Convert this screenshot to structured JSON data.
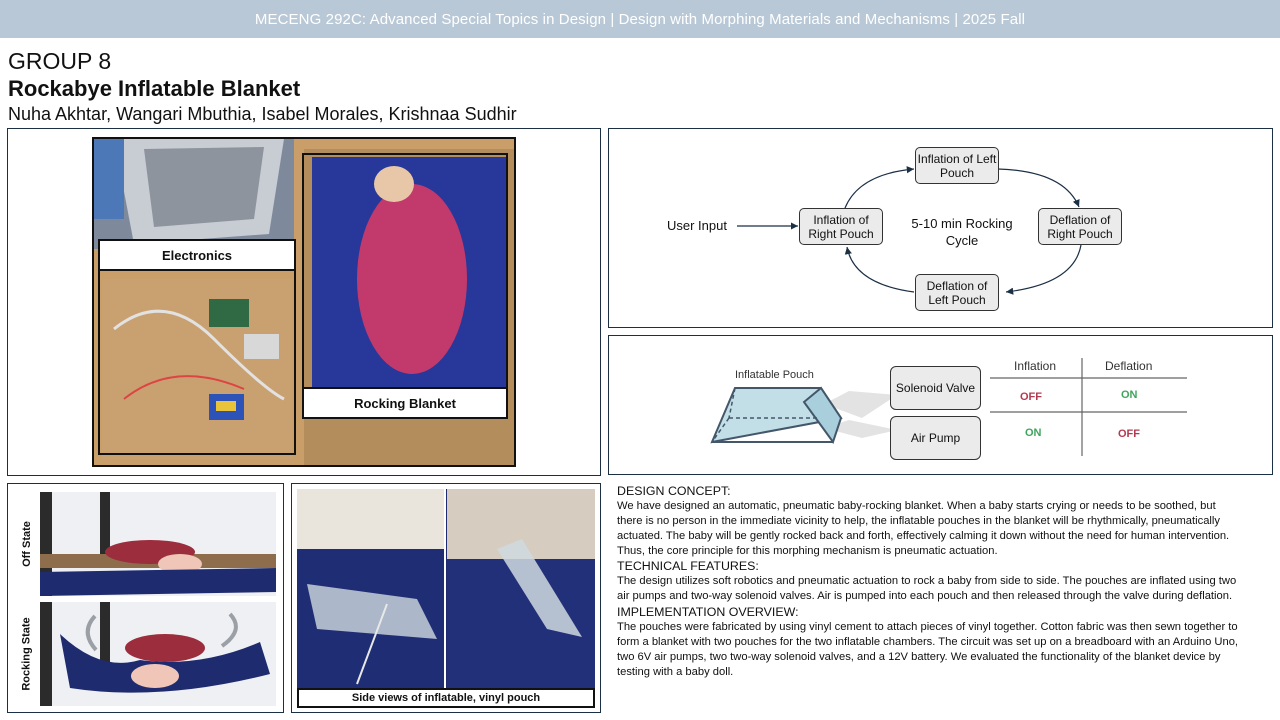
{
  "banner": {
    "text": "MECENG 292C: Advanced Special Topics in Design  |   Design with Morphing Materials and Mechanisms  |  2025 Fall"
  },
  "header": {
    "group": "GROUP 8",
    "title": "Rockabye Inflatable Blanket",
    "authors": "Nuha Akhtar, Wangari Mbuthia, Isabel Morales, Krishnaa Sudhir"
  },
  "photo_panel": {
    "electronics_label": "Electronics",
    "blanket_label": "Rocking Blanket"
  },
  "flowchart": {
    "user_input": "User Input",
    "center": "5-10 min Rocking Cycle",
    "nodes": {
      "top": "Inflation of Left Pouch",
      "right": "Deflation of Right Pouch",
      "bottom": "Deflation of Left Pouch",
      "left": "Inflation of Right Pouch"
    }
  },
  "components": {
    "pouch_label": "Inflatable Pouch",
    "valve": "Solenoid Valve",
    "pump": "Air Pump",
    "col_inflation": "Inflation",
    "col_deflation": "Deflation",
    "valve_inflation": "OFF",
    "valve_deflation": "ON",
    "pump_inflation": "ON",
    "pump_deflation": "OFF",
    "colors": {
      "on": "#3fa55d",
      "off": "#b23a50"
    }
  },
  "states": {
    "off_label": "Off State",
    "rocking_label": "Rocking State"
  },
  "side_views": {
    "caption": "Side views of inflatable, vinyl pouch"
  },
  "text": {
    "concept_heading": "DESIGN CONCEPT:",
    "concept_body": "We have designed an automatic, pneumatic baby-rocking blanket. When a baby starts crying or needs to be soothed, but there is no person in the immediate vicinity to help, the inflatable pouches in the blanket will be rhythmically, pneumatically actuated. The baby will be gently rocked back and forth, effectively calming it down without the need for human intervention. Thus, the core principle for this morphing mechanism is pneumatic actuation.",
    "technical_heading": "TECHNICAL FEATURES:",
    "technical_body": "The design utilizes soft robotics and pneumatic actuation to rock a baby from side to side. The pouches are inflated using two air pumps and two-way solenoid valves. Air is pumped into each pouch and then released through the valve during deflation.",
    "implementation_heading": "IMPLEMENTATION OVERVIEW:",
    "implementation_body": "The pouches were fabricated by using vinyl cement to attach pieces of vinyl together. Cotton fabric was then sewn together to form a blanket with two pouches for the two inflatable chambers. The circuit was set up on a breadboard with an Arduino Uno, two 6V air pumps, two two-way solenoid valves, and a 12V battery. We evaluated the functionality of the blanket device by testing with a baby doll."
  }
}
